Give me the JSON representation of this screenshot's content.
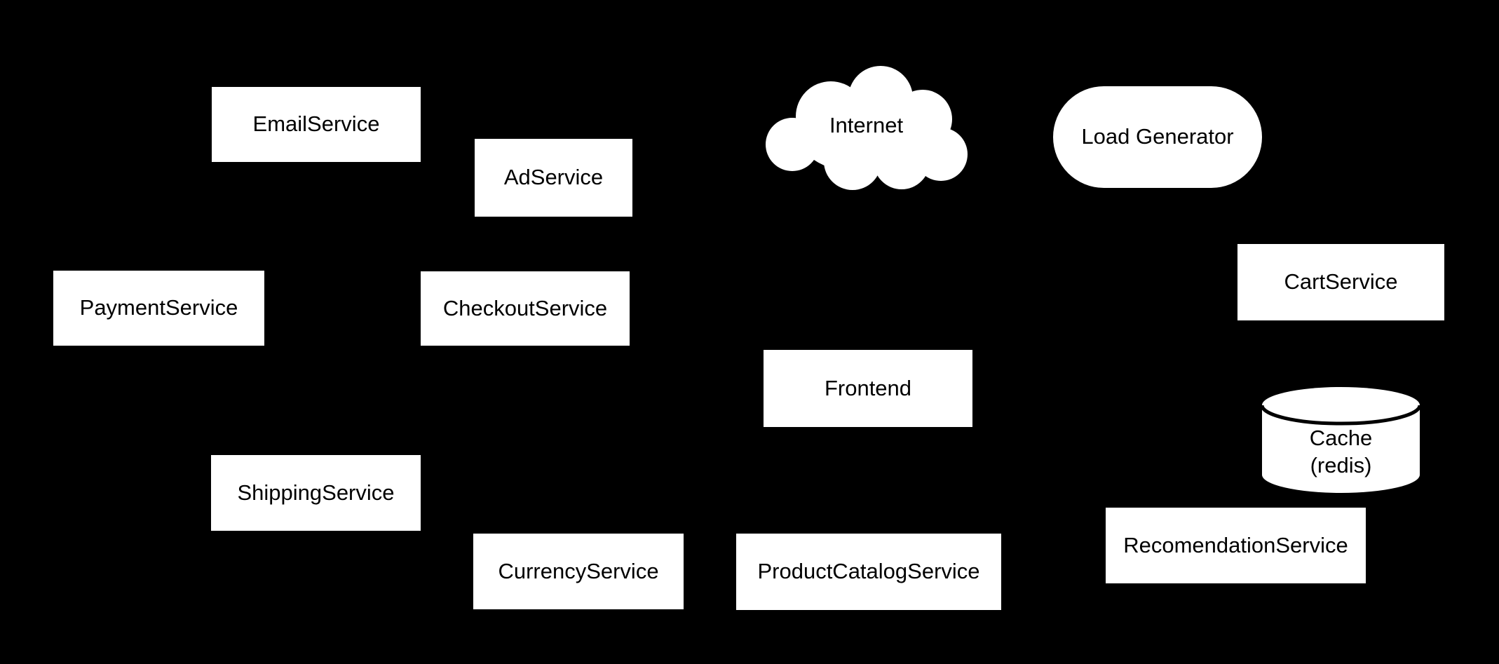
{
  "diagram": {
    "title": "Microservices architecture diagram",
    "colors": {
      "background": "#000000",
      "node_fill": "#ffffff",
      "node_text": "#000000",
      "cylinder_rim_stroke": "#000000"
    },
    "nodes": {
      "email": {
        "label": "EmailService",
        "shape": "rectangle"
      },
      "ad": {
        "label": "AdService",
        "shape": "rectangle"
      },
      "internet": {
        "label": "Internet",
        "shape": "cloud"
      },
      "loadgen": {
        "label": "Load Generator",
        "shape": "stadium"
      },
      "payment": {
        "label": "PaymentService",
        "shape": "rectangle"
      },
      "checkout": {
        "label": "CheckoutService",
        "shape": "rectangle"
      },
      "cart": {
        "label": "CartService",
        "shape": "rectangle"
      },
      "frontend": {
        "label": "Frontend",
        "shape": "rectangle"
      },
      "cache": {
        "label": "Cache\n(redis)",
        "shape": "cylinder"
      },
      "shipping": {
        "label": "ShippingService",
        "shape": "rectangle"
      },
      "currency": {
        "label": "CurrencyService",
        "shape": "rectangle"
      },
      "productcatalog": {
        "label": "ProductCatalogService",
        "shape": "rectangle"
      },
      "recomendation": {
        "label": "RecomendationService",
        "shape": "rectangle"
      }
    }
  }
}
